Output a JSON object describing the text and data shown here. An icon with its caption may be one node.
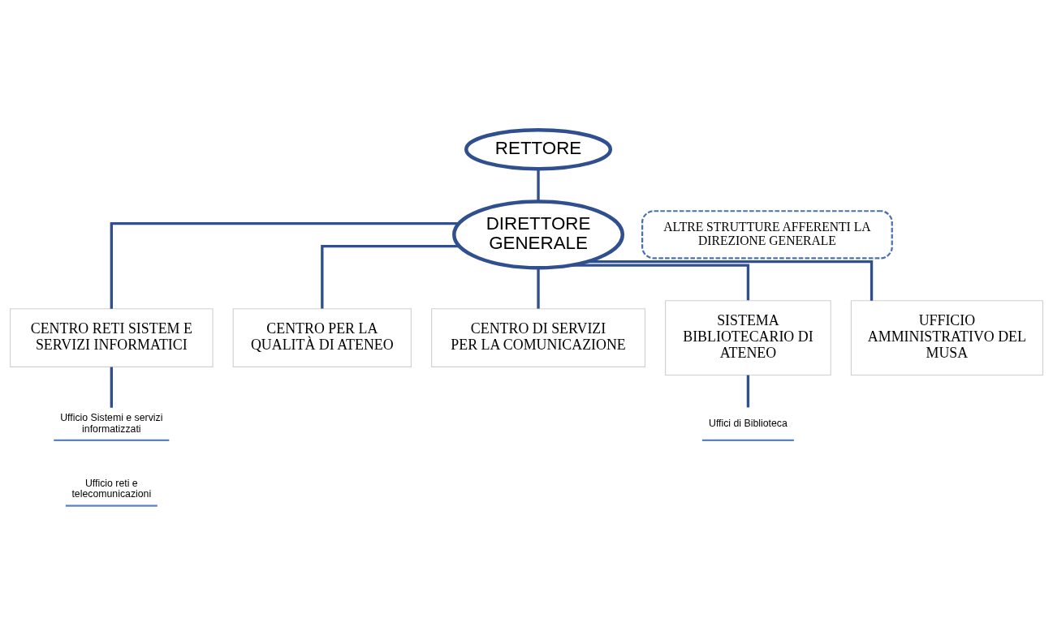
{
  "diagram": {
    "nodes": [
      {
        "text": [
          "RETTORE"
        ]
      },
      {
        "text": [
          "DIRETTORE GENERALE"
        ]
      },
      {
        "text": [
          "ALTRE STRUTTURE AFFERENTI LA DIREZIONE GENERALE"
        ]
      },
      {
        "text": [
          "CENTRO RETI SISTEM E SERVIZI INFORMATICI"
        ]
      },
      {
        "text": [
          "CENTRO PER LA QUALITÀ DI ATENEO"
        ]
      },
      {
        "text": [
          "CENTRO DI SERVIZI PER LA COMUNICAZIONE"
        ]
      },
      {
        "text": [
          "SISTEMA BIBLIOTECARIO DI ATENEO"
        ]
      },
      {
        "text": [
          "UFFICIO AMMINISTRATIVO DEL MUSA"
        ]
      },
      {
        "text": [
          "Ufficio Sistemi e servizi informatizzati"
        ]
      },
      {
        "text": [
          "Ufficio reti e telecomunicazioni"
        ]
      },
      {
        "text": [
          "Uffici di Biblioteca"
        ]
      }
    ],
    "edges": [
      {
        "from": 0,
        "to": 1,
        "arrow": "none"
      },
      {
        "from": 1,
        "to": 3,
        "arrow": "none"
      },
      {
        "from": 1,
        "to": 4,
        "arrow": "none"
      },
      {
        "from": 1,
        "to": 5,
        "arrow": "none"
      },
      {
        "from": 1,
        "to": 6,
        "arrow": "none"
      },
      {
        "from": 1,
        "to": 7,
        "arrow": "none"
      },
      {
        "from": 3,
        "to": 8,
        "arrow": "none"
      },
      {
        "from": 6,
        "to": 10,
        "arrow": "none"
      }
    ]
  }
}
